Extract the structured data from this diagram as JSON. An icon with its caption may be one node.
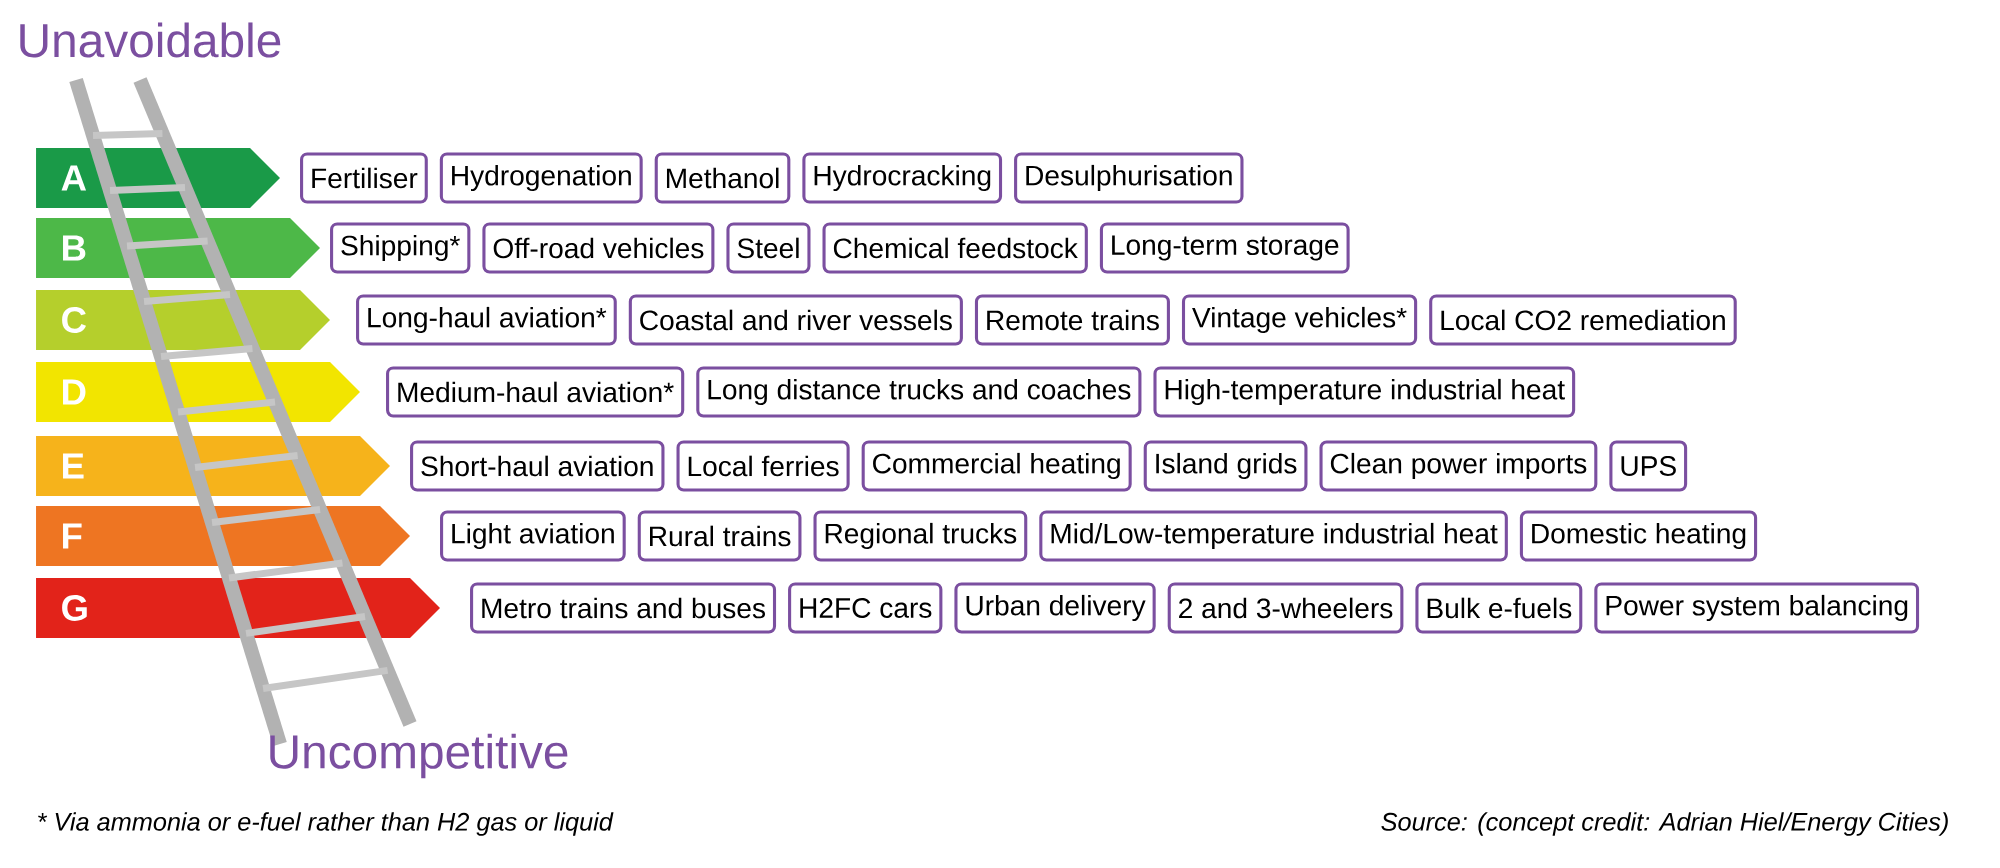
{
  "diagram": {
    "nodes": [
      {
        "text": [
          "A"
        ]
      },
      {
        "text": [
          "Fertiliser"
        ]
      },
      {
        "text": [
          "Hydrogenation"
        ]
      },
      {
        "text": [
          "Methanol"
        ]
      },
      {
        "text": [
          "Hydrocracking"
        ]
      },
      {
        "text": [
          "Desulphurisation"
        ]
      },
      {
        "text": [
          "B"
        ]
      },
      {
        "text": [
          "Shipping*"
        ]
      },
      {
        "text": [
          "Off-road vehicles"
        ]
      },
      {
        "text": [
          "Steel"
        ]
      },
      {
        "text": [
          "Chemical feedstock"
        ]
      },
      {
        "text": [
          "Long-term storage"
        ]
      },
      {
        "text": [
          "C"
        ]
      },
      {
        "text": [
          "Long-haul aviation*"
        ]
      },
      {
        "text": [
          "Coastal and river vessels"
        ]
      },
      {
        "text": [
          "Remote trains"
        ]
      },
      {
        "text": [
          "Vintage vehicles*"
        ]
      },
      {
        "text": [
          "Local CO2 remediation"
        ]
      },
      {
        "text": [
          "D"
        ]
      },
      {
        "text": [
          "Medium-haul aviation*"
        ]
      },
      {
        "text": [
          "Long distance trucks and coaches"
        ]
      },
      {
        "text": [
          "High-temperature industrial heat"
        ]
      },
      {
        "text": [
          "E"
        ]
      },
      {
        "text": [
          "Short-haul aviation"
        ]
      },
      {
        "text": [
          "Local ferries"
        ]
      },
      {
        "text": [
          "Commercial heating"
        ]
      },
      {
        "text": [
          "Island grids"
        ]
      },
      {
        "text": [
          "Clean power imports"
        ]
      },
      {
        "text": [
          "UPS"
        ]
      },
      {
        "text": [
          "F"
        ]
      },
      {
        "text": [
          "Light aviation"
        ]
      },
      {
        "text": [
          "Rural trains"
        ]
      },
      {
        "text": [
          "Regional trucks"
        ]
      },
      {
        "text": [
          "Mid/Low-temperature industrial heat"
        ]
      },
      {
        "text": [
          "Domestic heating"
        ]
      },
      {
        "text": [
          "G"
        ]
      },
      {
        "text": [
          "Metro trains and buses"
        ]
      },
      {
        "text": [
          "H2FC cars"
        ]
      },
      {
        "text": [
          "Urban delivery"
        ]
      },
      {
        "text": [
          "2 and 3-wheelers"
        ]
      },
      {
        "text": [
          "Bulk e-fuels"
        ]
      },
      {
        "text": [
          "Power system balancing"
        ]
      }
    ],
    "labels": [
      "Unavoidable",
      "Uncompetitive",
      "* Via ammonia or e-fuel rather than H2 gas or liquid",
      "Source: (concept credit: Adrian Hiel/Energy Cities)"
    ]
  }
}
